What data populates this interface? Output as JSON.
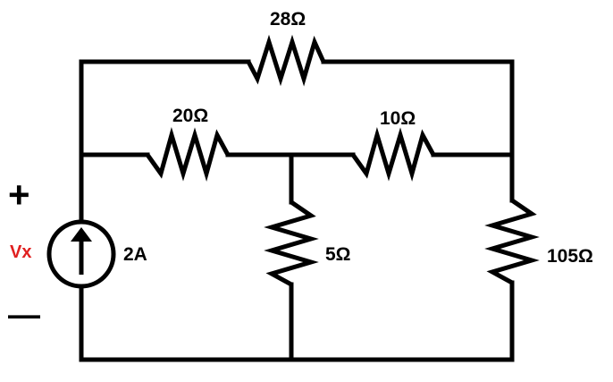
{
  "resistors": {
    "r_top": "28Ω",
    "r_mid_left": "20Ω",
    "r_mid_right": "10Ω",
    "r_center": "5Ω",
    "r_right": "105Ω"
  },
  "source": {
    "current": "2A",
    "voltage_label": "Vx",
    "plus": "+",
    "minus": "—"
  },
  "colors": {
    "wire": "#000000",
    "voltage_label": "#e02020"
  }
}
